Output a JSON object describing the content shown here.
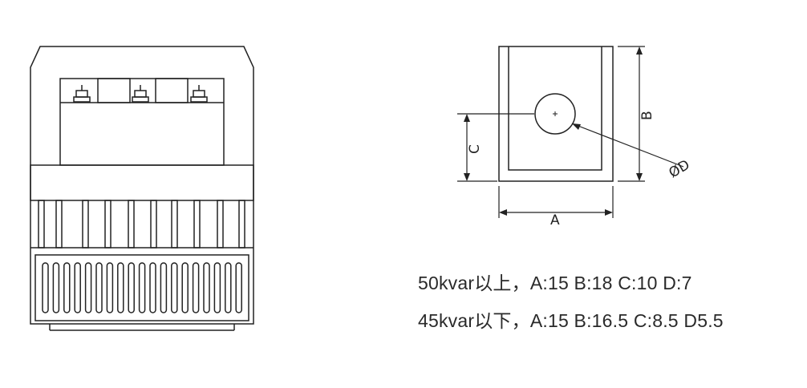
{
  "dimension_labels": {
    "a": "A",
    "b": "B",
    "c": "C",
    "d": "D",
    "diameter_symbol": "Ø"
  },
  "specs": [
    {
      "text": "50kvar以上，A:15 B:18 C:10 D:7"
    },
    {
      "text": "45kvar以下，A:15 B:16.5 C:8.5 D5.5"
    }
  ],
  "colors": {
    "line": "#222222",
    "text": "#2a2a2a",
    "background": "#ffffff"
  }
}
